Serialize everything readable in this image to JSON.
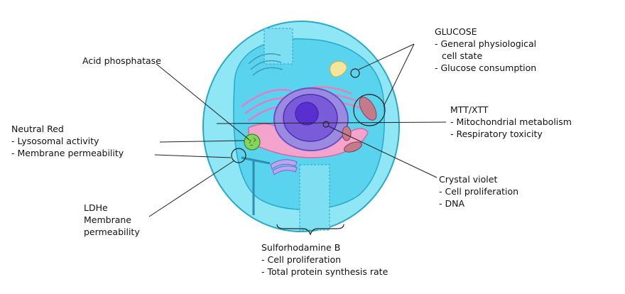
{
  "labels": {
    "acid_phosphatase": {
      "title": "Acid phosphatase"
    },
    "neutral_red": {
      "title": "Neutral Red",
      "items": [
        "- Lysosomal activity",
        "- Membrane permeability"
      ]
    },
    "ldhe": {
      "lines": [
        "LDHe",
        "Membrane",
        "permeability"
      ]
    },
    "glucose": {
      "title": "GLUCOSE",
      "items": [
        "- General physiological",
        "cell state",
        "- Glucose consumption"
      ]
    },
    "mtt": {
      "title": "MTT/XTT",
      "items": [
        "- Mitochondrial metabolism",
        "- Respiratory toxicity"
      ]
    },
    "crystal_violet": {
      "title": "Crystal violet",
      "items": [
        "- Cell proliferation",
        "- DNA"
      ]
    },
    "sulforhodamine": {
      "title": "Sulforhodamine B",
      "items": [
        "- Cell proliferation",
        "- Total protein synthesis rate"
      ]
    }
  },
  "colors": {
    "outer_cytoplasm": "#8fe6f5",
    "inner_cytoplasm": "#5ad3ee",
    "membrane_stroke": "#2aa8c8",
    "golgi": "#e37cc5",
    "er": "#e97fb3",
    "nuclear_envelope": "#9a8be0",
    "nucleus": "#7a5cd8",
    "nucleolus": "#5a2fd0",
    "mitochondrion": "#c47a8a",
    "lysosome": "#86d45a",
    "vacuole": "#f4e59a",
    "line": "#222222"
  }
}
